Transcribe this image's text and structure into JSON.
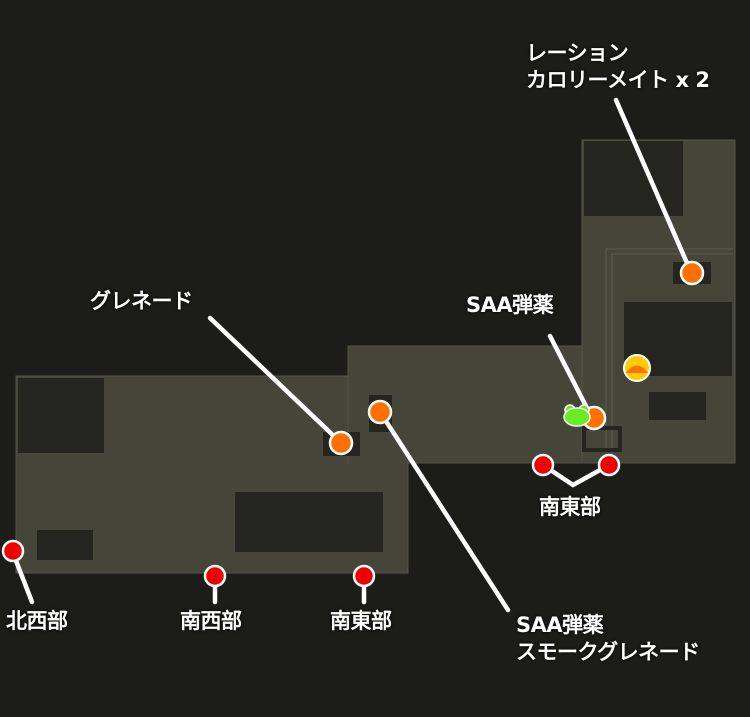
{
  "map": {
    "colors": {
      "background": "#1c1c18",
      "floor": "#45453a",
      "obstacle": "#25251f",
      "item_marker": "#ff7000",
      "exit_marker": "#ee0000",
      "boss_marker": "#ffcc00",
      "player_marker": "#66ee22"
    },
    "labels": {
      "ration": "レーション\nカロリーメイト x 2",
      "grenade": "グレネード",
      "saa_ammo": "SAA弾薬",
      "saa_smoke": "SAA弾薬\nスモークグレネード",
      "southeast_right": "南東部",
      "northwest": "北西部",
      "southwest": "南西部",
      "southeast_left": "南東部"
    },
    "icons": {
      "item": "orange-circle",
      "exit": "red-pin",
      "boss": "boss-icon",
      "player": "frog-icon"
    }
  }
}
